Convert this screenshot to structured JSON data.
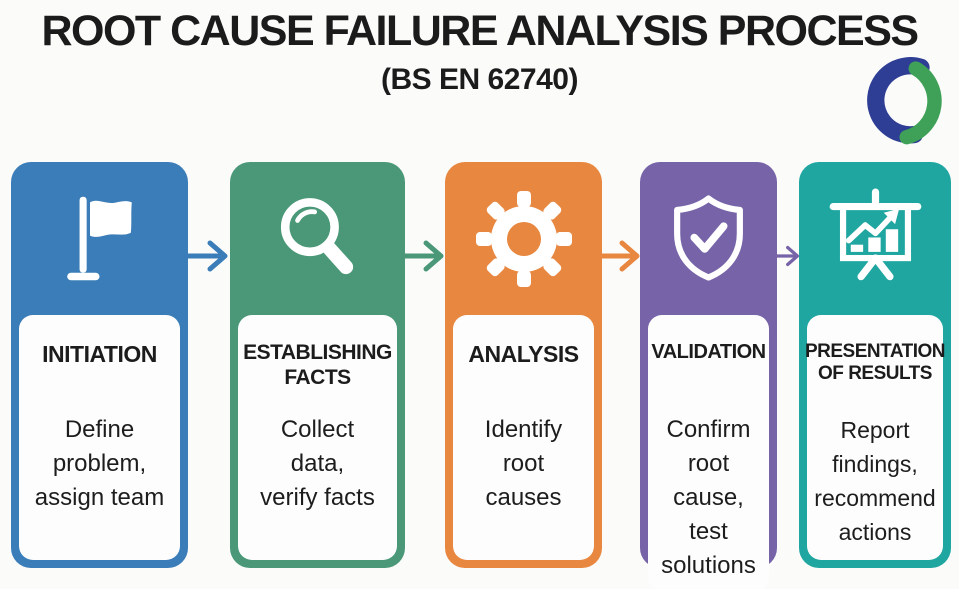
{
  "header": {
    "title": "ROOT CAUSE FAILURE ANALYSIS PROCESS",
    "subtitle": "(BS EN 62740)"
  },
  "logo": {
    "name": "swirl-circle-logo",
    "blue": "#2e3e94",
    "green": "#3ea157"
  },
  "steps": [
    {
      "id": "initiation",
      "icon": "flag-icon",
      "color": "#3a7db8",
      "title": "INITIATION",
      "description": "Define\nproblem,\nassign team"
    },
    {
      "id": "establishing-facts",
      "icon": "magnifier-icon",
      "color": "#4a9878",
      "title": "ESTABLISHING\nFACTS",
      "description": "Collect\ndata,\nverify facts"
    },
    {
      "id": "analysis",
      "icon": "gear-icon",
      "color": "#e8873f",
      "title": "ANALYSIS",
      "description": "Identify\nroot\ncauses"
    },
    {
      "id": "validation",
      "icon": "shield-check-icon",
      "color": "#7764a8",
      "title": "VALIDATION",
      "description": "Confirm\nroot cause,\ntest\nsolutions"
    },
    {
      "id": "presentation-of-results",
      "icon": "presentation-chart-icon",
      "color": "#1fa6a1",
      "title": "PRESENTATION\nOF RESULTS",
      "description": "Report\nfindings,\nrecommend\nactions"
    }
  ],
  "arrows": [
    {
      "from": "initiation",
      "to": "establishing-facts",
      "color": "#3a7db8"
    },
    {
      "from": "establishing-facts",
      "to": "analysis",
      "color": "#4a9878"
    },
    {
      "from": "analysis",
      "to": "validation",
      "color": "#e8873f"
    },
    {
      "from": "validation",
      "to": "presentation-of-results",
      "color": "#7764a8"
    }
  ]
}
